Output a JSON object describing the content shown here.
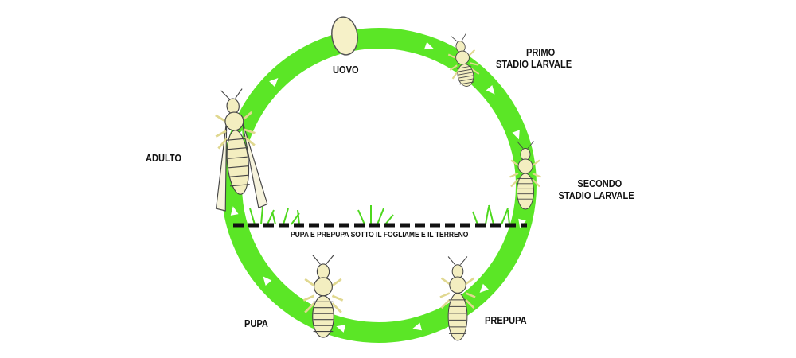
{
  "labels": {
    "egg": "UOVO",
    "first_larva": [
      "PRIMO",
      "STADIO LARVALE"
    ],
    "second_larva": [
      "SECONDO",
      "STADIO LARVALE"
    ],
    "adult": "ADULTO",
    "pupa": "PUPA",
    "prepupa": "PREPUPA",
    "ground_note": "PUPA E PREPUPA SOTTO IL FOGLIAME E IL TERRENO"
  },
  "colors": {
    "ring": "#5be626",
    "arrow": "#ffffff",
    "insect_body": "#f3eec0",
    "outline": "#333333",
    "grass": "#4ed81e"
  }
}
